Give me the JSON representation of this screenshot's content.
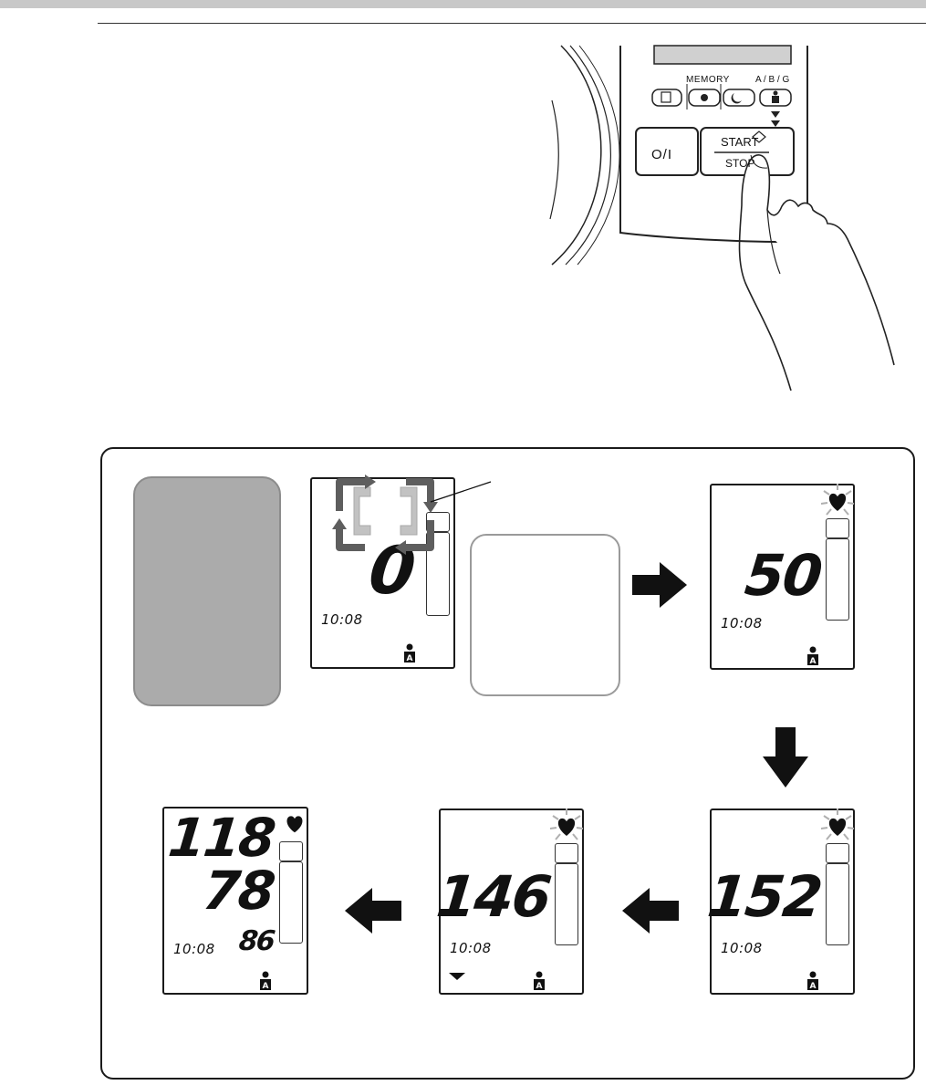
{
  "device": {
    "memory_label": "MEMORY",
    "user_select_label": "A / B / G",
    "power_button_label": "O/I",
    "start_label": "START",
    "stop_label": "STOP"
  },
  "screens": [
    {
      "id": "screen-deflate-start",
      "value": "0",
      "time": "10:08",
      "user": "A"
    },
    {
      "id": "screen-pulse-detect",
      "value": "50",
      "time": "10:08",
      "user": "A"
    },
    {
      "id": "screen-inflate-152",
      "value": "152",
      "time": "10:08",
      "user": "A"
    },
    {
      "id": "screen-deflate-146",
      "value": "146",
      "time": "10:08",
      "user": "A"
    },
    {
      "id": "screen-result",
      "systolic": "118",
      "diastolic": "78",
      "pulse": "86",
      "time": "10:08",
      "user": "A"
    }
  ],
  "colors": {
    "frame": "#1a1a1a",
    "grey_card": "#ababab",
    "inflation_arrows": "#5e5e5e",
    "inflation_brackets": "#bdbdbd"
  },
  "icons": [
    "heart-icon",
    "user-a-icon",
    "inflation-arrow-icon",
    "flow-arrow-icon",
    "finger-press-icon"
  ]
}
